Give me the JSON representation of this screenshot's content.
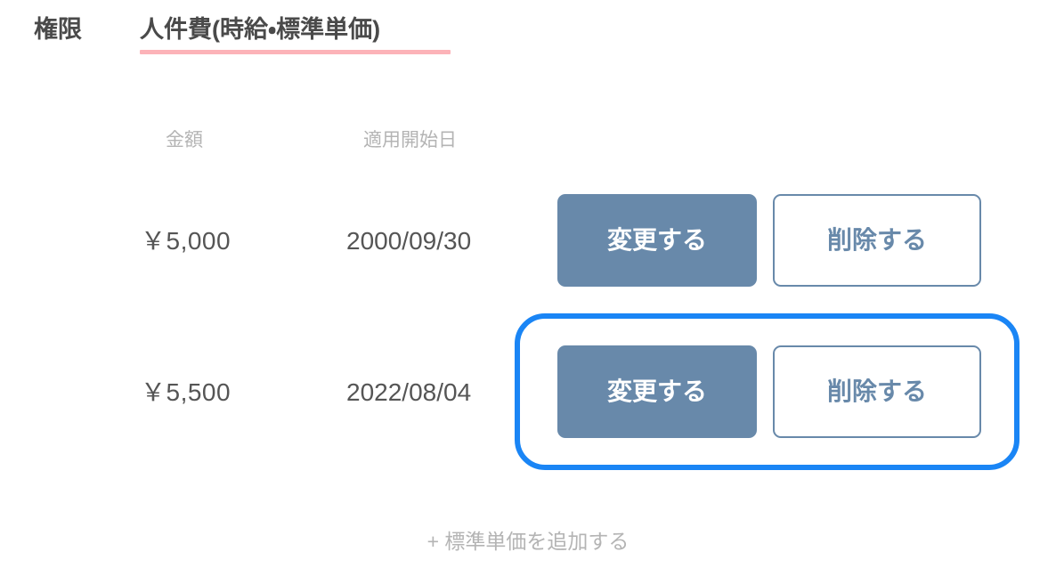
{
  "page": {
    "background": "#ffffff",
    "accent_underline": "#fcb3b8",
    "button_primary": "#6889aa",
    "button_outline_border": "#6889aa",
    "highlight_ring": "#1a85f5",
    "muted_text": "#b4b4b4"
  },
  "tabs": [
    {
      "label": "権限",
      "active": false
    },
    {
      "label": "人件費(時給・標準単価)",
      "active": true
    }
  ],
  "table": {
    "columns": [
      {
        "key": "amount",
        "label": "金額"
      },
      {
        "key": "date",
        "label": "適用開始日"
      }
    ],
    "action_labels": {
      "edit": "変更する",
      "delete": "削除する"
    },
    "rows": [
      {
        "amount": "￥5,000",
        "date": "2000/09/30",
        "highlighted": false
      },
      {
        "amount": "￥5,500",
        "date": "2022/08/04",
        "highlighted": true
      }
    ]
  },
  "footer": {
    "add_label": "+ 標準単価を追加する"
  }
}
